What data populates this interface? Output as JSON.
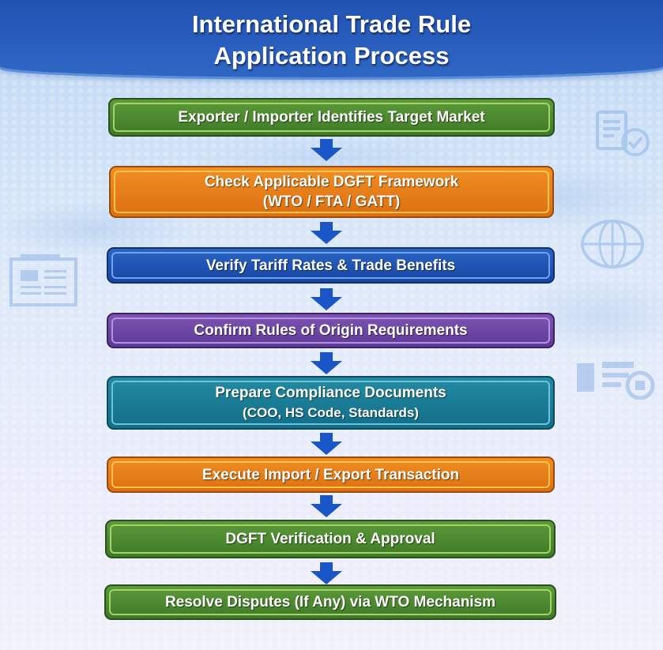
{
  "header": {
    "title_line1": "International Trade Rule",
    "title_line2": "Application Process"
  },
  "steps": [
    {
      "lines": [
        "Exporter / Importer Identifies Target Market"
      ],
      "color": "green"
    },
    {
      "lines": [
        "Check Applicable DGFT Framework",
        "(WTO / FTA / GATT)"
      ],
      "color": "orange"
    },
    {
      "lines": [
        "Verify Tariff Rates & Trade Benefits"
      ],
      "color": "blue"
    },
    {
      "lines": [
        "Confirm Rules of Origin Requirements"
      ],
      "color": "purple"
    },
    {
      "lines": [
        "Prepare Compliance Documents",
        "(COO, HS Code, Standards)"
      ],
      "color": "teal"
    },
    {
      "lines": [
        "Execute Import / Export Transaction"
      ],
      "color": "orange"
    },
    {
      "lines": [
        "DGFT Verification & Approval"
      ],
      "color": "green"
    },
    {
      "lines": [
        "Resolve Disputes (If Any) via WTO Mechanism"
      ],
      "color": "green"
    }
  ],
  "arrow_color": "#1a56c8",
  "decorative_icons": [
    "document-check-icon",
    "globe-icon",
    "document-icon",
    "id-card-icon"
  ],
  "colors": {
    "header_blue": "#2456b6",
    "green": "#4a8a2e",
    "orange": "#e87e18",
    "blue": "#1f55b4",
    "purple": "#6c46a4",
    "teal": "#1a7c95"
  }
}
